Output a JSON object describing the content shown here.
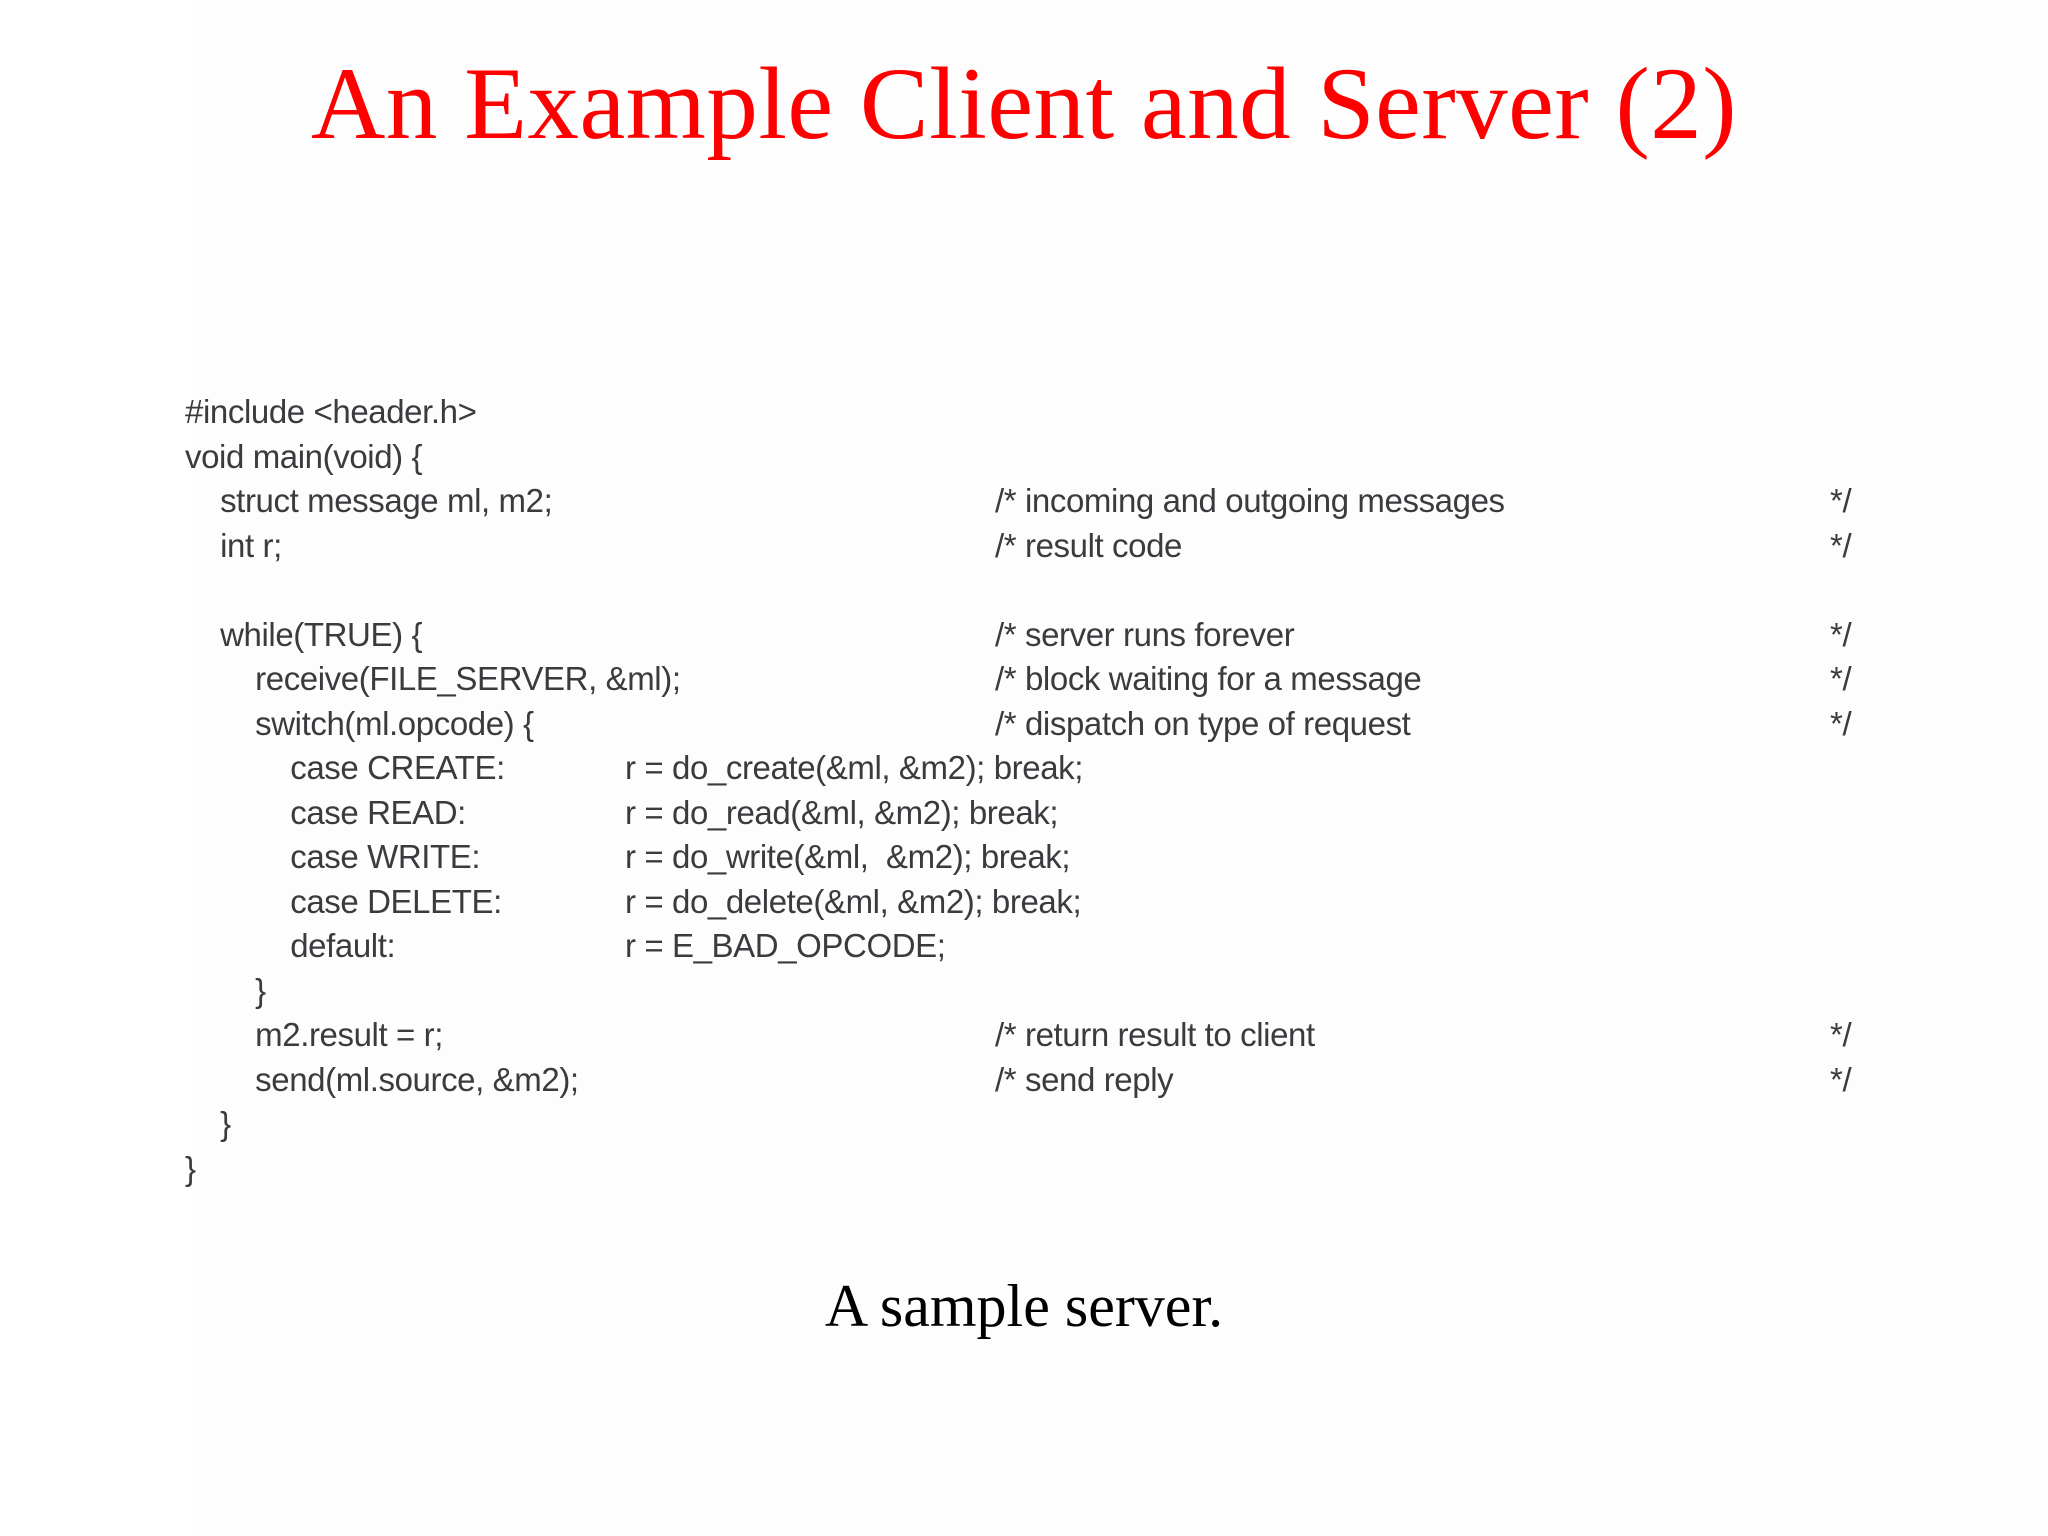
{
  "slide": {
    "title": "An Example Client and Server (2)",
    "title_color": "#fe0000",
    "caption": "A sample server.",
    "caption_color": "#000000",
    "background_color": "#ffffff"
  },
  "figure": {
    "kind": "scanned-code-listing",
    "text_color": "#3b3b3f",
    "lines": [
      {
        "id": "l01",
        "code": "#include <header.h>",
        "comment": "",
        "close": ""
      },
      {
        "id": "l02",
        "code": "void main(void) {",
        "comment": "",
        "close": ""
      },
      {
        "id": "l03",
        "code": "    struct message ml, m2;",
        "comment": "/* incoming and outgoing messages",
        "close": "*/"
      },
      {
        "id": "l04",
        "code": "    int r;",
        "comment": "/* result code",
        "close": "*/"
      },
      {
        "id": "l05",
        "code": "",
        "comment": "",
        "close": ""
      },
      {
        "id": "l06",
        "code": "    while(TRUE) {",
        "comment": "/* server runs forever",
        "close": "*/"
      },
      {
        "id": "l07",
        "code": "        receive(FILE_SERVER, &ml);",
        "comment": "/* block waiting for a message",
        "close": "*/"
      },
      {
        "id": "l08",
        "code": "        switch(ml.opcode) {",
        "comment": "/* dispatch on type of request",
        "close": "*/"
      }
    ],
    "cases": [
      {
        "id": "c01",
        "label": "            case CREATE:",
        "body": "r = do_create(&ml, &m2); break;"
      },
      {
        "id": "c02",
        "label": "            case READ:",
        "body": "r = do_read(&ml, &m2); break;"
      },
      {
        "id": "c03",
        "label": "            case WRITE:",
        "body": "r = do_write(&ml,  &m2); break;"
      },
      {
        "id": "c04",
        "label": "            case DELETE:",
        "body": "r = do_delete(&ml, &m2); break;"
      },
      {
        "id": "c05",
        "label": "            default:",
        "body": "r = E_BAD_OPCODE;"
      }
    ],
    "tail": [
      {
        "id": "t01",
        "code": "        }",
        "comment": "",
        "close": ""
      },
      {
        "id": "t02",
        "code": "        m2.result = r;",
        "comment": "/* return result to client",
        "close": "*/"
      },
      {
        "id": "t03",
        "code": "        send(ml.source, &m2);",
        "comment": "/* send reply",
        "close": "*/"
      },
      {
        "id": "t04",
        "code": "    }",
        "comment": "",
        "close": ""
      },
      {
        "id": "t05",
        "code": "}",
        "comment": "",
        "close": ""
      }
    ]
  }
}
